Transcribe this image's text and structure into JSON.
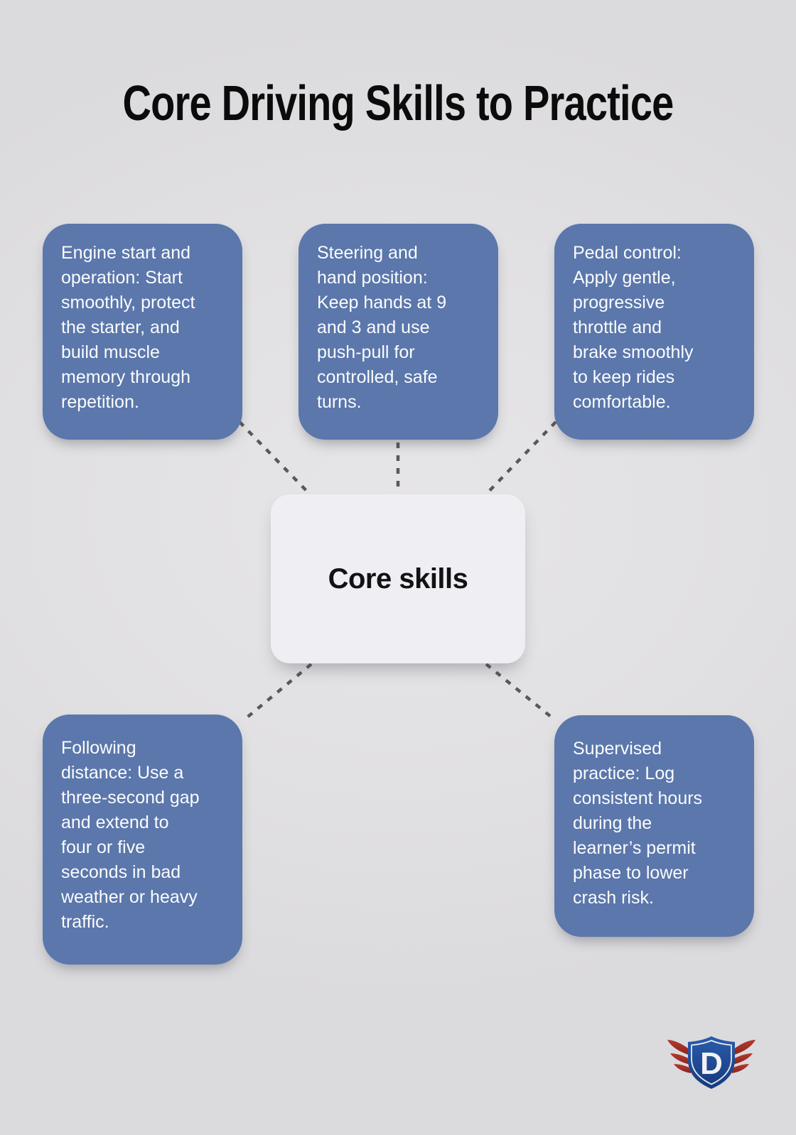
{
  "title": "Core Driving Skills to Practice",
  "center_node": {
    "label": "Core skills"
  },
  "nodes": [
    {
      "name": "engine-start-and-operation",
      "text": "Engine start and\noperation: Start\nsmoothly, protect\nthe starter, and\nbuild muscle\nmemory through\nrepetition."
    },
    {
      "name": "steering-and-hand-position",
      "text": "Steering and\nhand position:\nKeep hands at 9\nand 3 and use\npush-pull for\ncontrolled, safe\nturns."
    },
    {
      "name": "pedal-control",
      "text": "Pedal control:\nApply gentle,\nprogressive\nthrottle and\nbrake smoothly\nto keep rides\ncomfortable."
    },
    {
      "name": "following-distance",
      "text": "Following\ndistance: Use a\nthree-second gap\nand extend to\nfour or five\nseconds in bad\nweather or heavy\ntraffic."
    },
    {
      "name": "supervised-practice",
      "text": "Supervised\npractice: Log\nconsistent hours\nduring the\nlearner’s permit\nphase to lower\ncrash risk."
    }
  ],
  "logo": {
    "monogram": "D"
  },
  "colors": {
    "background": "#e1e0e2",
    "background-light": "#e6e5e7",
    "background-dark": "#dbdadd",
    "node-blue": "#5b77ab",
    "node-text": "#fbfcfe",
    "center-bg": "#efeef3",
    "center-text": "#121214",
    "title-color": "#0b0b0c",
    "connector": "#59595b",
    "logo-blue": "#1d4e9c",
    "logo-blue-dark": "#153a7c",
    "logo-red": "#a8352b",
    "logo-red-dark": "#8c241d",
    "logo-silver": "#f2f2f5"
  }
}
